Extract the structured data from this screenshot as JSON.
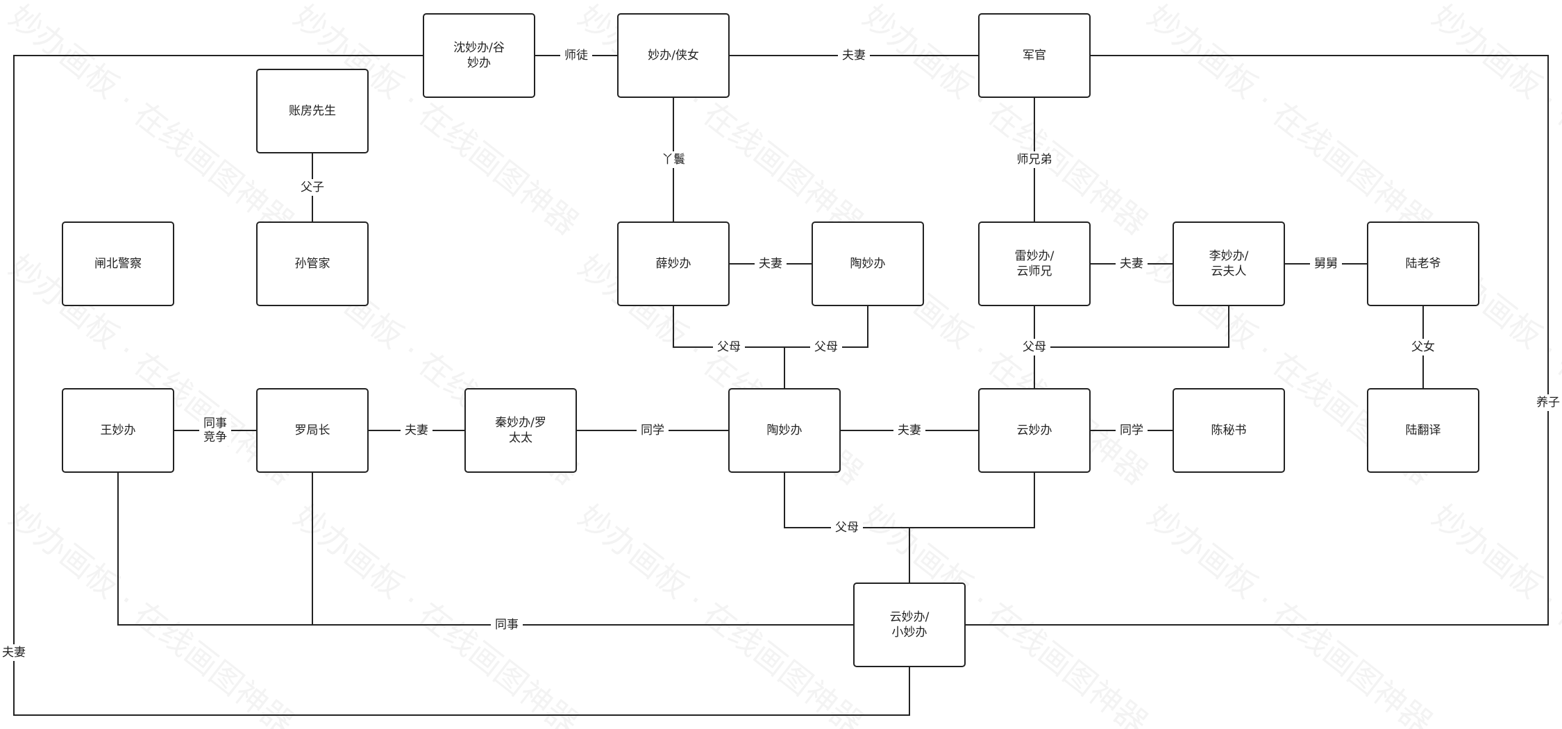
{
  "watermark": {
    "brand": "妙办画板",
    "tagline": "在线画图神器",
    "separator": "·"
  },
  "nodes": {
    "shen": [
      "沈妙办/谷",
      "妙办"
    ],
    "miao_xia": [
      "妙办/侠女"
    ],
    "junguan": [
      "军官"
    ],
    "zhangfang": [
      "账房先生"
    ],
    "zhabei": [
      "闸北警察"
    ],
    "sun": [
      "孙管家"
    ],
    "xue": [
      "薛妙办"
    ],
    "tao1": [
      "陶妙办"
    ],
    "lei": [
      "雷妙办/",
      "云师兄"
    ],
    "li": [
      "李妙办/",
      "云夫人"
    ],
    "lu_laoye": [
      "陆老爷"
    ],
    "wang": [
      "王妙办"
    ],
    "luo": [
      "罗局长"
    ],
    "qin": [
      "秦妙办/罗",
      "太太"
    ],
    "tao2": [
      "陶妙办"
    ],
    "yun": [
      "云妙办"
    ],
    "chen": [
      "陈秘书"
    ],
    "lu_fanyi": [
      "陆翻译"
    ],
    "yun_xiao": [
      "云妙办/",
      "小妙办"
    ]
  },
  "edges": {
    "shitu": [
      "师徒"
    ],
    "fuqi_top": [
      "夫妻"
    ],
    "yahuan": [
      "丫鬟"
    ],
    "shixiongdi": [
      "师兄弟"
    ],
    "fuzi": [
      "父子"
    ],
    "fuqi_xue_tao": [
      "夫妻"
    ],
    "fuqi_lei_li": [
      "夫妻"
    ],
    "jiujiu": [
      "舅舅"
    ],
    "fumu_xue": [
      "父母"
    ],
    "fumu_tao": [
      "父母"
    ],
    "fumu_lei": [
      "父母"
    ],
    "funv": [
      "父女"
    ],
    "tongshi_jingzheng": [
      "同事",
      "竞争"
    ],
    "fuqi_luo_qin": [
      "夫妻"
    ],
    "tongxue_qin_tao": [
      "同学"
    ],
    "fuqi_tao_yun": [
      "夫妻"
    ],
    "tongxue_yun_chen": [
      "同学"
    ],
    "fumu_bottom": [
      "父母"
    ],
    "tongshi_bottom": [
      "同事"
    ],
    "yangzi": [
      "养子"
    ],
    "fuqi_outer": [
      "夫妻"
    ]
  }
}
